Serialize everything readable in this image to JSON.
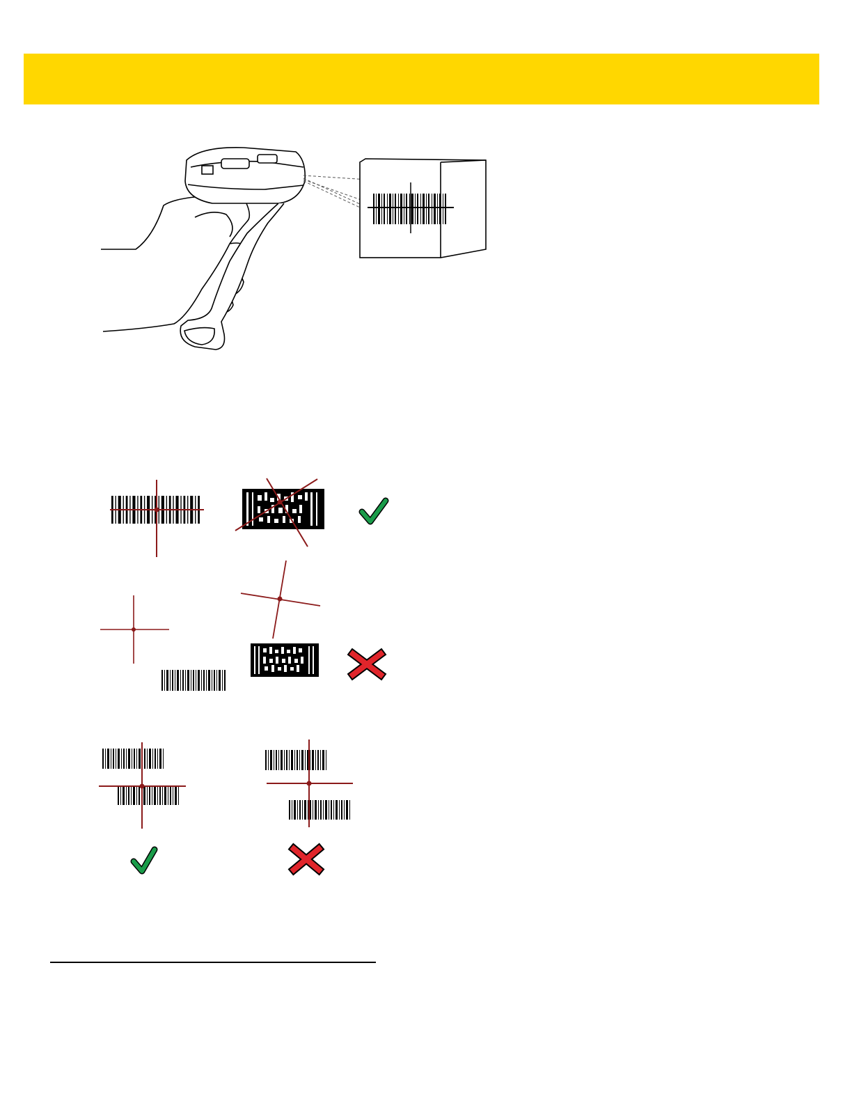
{
  "page": {
    "header": {
      "title": ""
    },
    "colors": {
      "header_band": "#FFD700",
      "aim_line": "#8B1A1A",
      "check_mark": "#1A9C4A",
      "cross_mark": "#E0252B",
      "ink": "#000000"
    },
    "figures": [
      {
        "id": "scanner-aiming",
        "icons": [
          "hand-icon",
          "scanner-icon",
          "box-icon",
          "barcode-icon",
          "aim-beam-icon"
        ]
      },
      {
        "id": "aiming-single",
        "marks": [
          "check-icon",
          "cross-icon"
        ]
      },
      {
        "id": "aiming-pick-list",
        "marks": [
          "check-icon",
          "cross-icon"
        ]
      }
    ]
  }
}
